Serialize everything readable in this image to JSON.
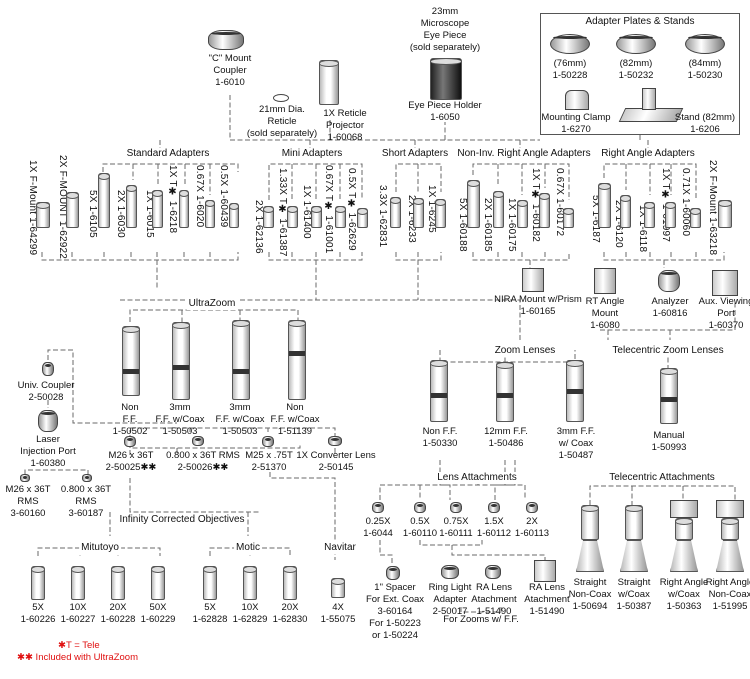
{
  "top": {
    "c_mount": {
      "l1": "\"C\" Mount",
      "l2": "Coupler",
      "pn": "1-6010"
    },
    "reticle": {
      "l1": "21mm Dia.",
      "l2": "Reticle",
      "l3": "(sold separately)"
    },
    "projector": {
      "l1": "1X Reticle",
      "l2": "Projector",
      "pn": "1-60068"
    },
    "eyepiece": {
      "l1": "23mm",
      "l2": "Microscope",
      "l3": "Eye Piece",
      "l4": "(sold separately)"
    },
    "holder": {
      "l1": "Eye Piece Holder",
      "pn": "1-6050"
    }
  },
  "plates": {
    "title": "Adapter Plates & Stands",
    "items": [
      {
        "l1": "(76mm)",
        "pn": "1-50228"
      },
      {
        "l1": "(82mm)",
        "pn": "1-50232"
      },
      {
        "l1": "(84mm)",
        "pn": "1-50230"
      },
      {
        "l1": "Mounting Clamp",
        "pn": "1-6270"
      },
      {
        "l1": "Stand (82mm)",
        "pn": "1-6206"
      }
    ]
  },
  "groups": {
    "standard": {
      "title": "Standard Adapters",
      "items": [
        "1X F-Mount 1-64299",
        "2X F-MOUNT 1-62922",
        "5X 1-6105",
        "2X 1-6030",
        "1X 1-6015",
        "1X T✱ 1-6218",
        "0.67X 1-6020",
        "0.5X 1-60439"
      ]
    },
    "mini": {
      "title": "Mini Adapters",
      "items": [
        "2X 1-62136",
        "1.33X T✱ 1-61387",
        "1X 1-61400",
        "0.67X T✱ 1-61001",
        "0.5X T✱ 1-62629"
      ]
    },
    "short": {
      "title": "Short Adapters",
      "items": [
        "3.3X 1-62831",
        "2X 1-6233",
        "1X 1-6245"
      ]
    },
    "noninv": {
      "title": "Non-Inv. Right Angle Adapters",
      "items": [
        "5X 1-60188",
        "2X 1-60185",
        "1X 1-60175",
        "1X T✱ 1-60182",
        "0.67X 1-60172"
      ]
    },
    "ra": {
      "title": "Right Angle Adapters",
      "items": [
        "5X 1-6187",
        "2X 1-6120",
        "1X 1-6118",
        "1X T✱ 1-61997",
        "0.71X 1-60060",
        "2X F-Mount 1-63218"
      ]
    }
  },
  "mounts": [
    {
      "l1": "NIRA Mount w/Prism",
      "pn": "1-60165"
    },
    {
      "l1": "RT Angle",
      "l2": "Mount",
      "pn": "1-6080"
    },
    {
      "l1": "Analyzer",
      "pn": "1-60816"
    },
    {
      "l1": "Aux. Viewing",
      "l2": "Port",
      "pn": "1-60370"
    }
  ],
  "ultrazoom": {
    "title": "UltraZoom",
    "items": [
      {
        "l1": "Non",
        "l2": "F.F.",
        "pn": "1-50502"
      },
      {
        "l1": "3mm",
        "l2": "F.F. w/Coax",
        "pn": "1-50503"
      },
      {
        "l1": "3mm",
        "l2": "F.F. w/Coax",
        "pn": "1-50503"
      },
      {
        "l1": "Non",
        "l2": "F.F. w/Coax",
        "pn": "1-51139"
      }
    ]
  },
  "left": {
    "univ": {
      "l1": "Univ. Coupler",
      "pn": "2-50028"
    },
    "laser": {
      "l1": "Laser",
      "l2": "Injection Port",
      "pn": "1-60380"
    },
    "rms1": {
      "l1": "M26 x 36T",
      "l2": "RMS",
      "pn": "3-60160"
    },
    "rms2": {
      "l1": "0.800 x 36T",
      "l2": "RMS",
      "pn": "3-60187"
    }
  },
  "threads": [
    {
      "l1": "M26 x 36T",
      "pn": "2-50025✱✱"
    },
    {
      "l1": "0.800 x 36T RMS",
      "pn": "2-50026✱✱"
    },
    {
      "l1": "M25 x .75T",
      "pn": "2-51370"
    },
    {
      "l1": "1X Converter Lens",
      "pn": "2-50145"
    }
  ],
  "objectives": {
    "title": "Infinity Corrected Objectives",
    "mitutoyo": {
      "title": "Mitutoyo",
      "items": [
        {
          "mag": "5X",
          "pn": "1-60226"
        },
        {
          "mag": "10X",
          "pn": "1-60227"
        },
        {
          "mag": "20X",
          "pn": "1-60228"
        },
        {
          "mag": "50X",
          "pn": "1-60229"
        }
      ]
    },
    "motic": {
      "title": "Motic",
      "items": [
        {
          "mag": "5X",
          "pn": "1-62828"
        },
        {
          "mag": "10X",
          "pn": "1-62829"
        },
        {
          "mag": "20X",
          "pn": "1-62830"
        }
      ]
    },
    "navitar": {
      "title": "Navitar",
      "items": [
        {
          "mag": "4X",
          "pn": "1-55075"
        }
      ]
    }
  },
  "zoom_lenses": {
    "title": "Zoom Lenses",
    "items": [
      {
        "l1": "Non F.F.",
        "pn": "1-50330"
      },
      {
        "l1": "12mm F.F.",
        "pn": "1-50486"
      },
      {
        "l1": "3mm F.F.",
        "l2": "w/ Coax",
        "pn": "1-50487"
      }
    ]
  },
  "telecentric_zoom": {
    "title": "Telecentric Zoom Lenses",
    "item": {
      "l1": "Manual",
      "pn": "1-50993"
    }
  },
  "lens_attachments": {
    "title": "Lens Attachments",
    "items": [
      {
        "mag": "0.25X",
        "pn": "1-6044"
      },
      {
        "mag": "0.5X",
        "pn": "1-60110"
      },
      {
        "mag": "0.75X",
        "pn": "1-60111"
      },
      {
        "mag": "1.5X",
        "pn": "1-60112"
      },
      {
        "mag": "2X",
        "pn": "1-60113"
      }
    ],
    "spacer": {
      "l1": "1\" Spacer",
      "l2": "For Ext. Coax",
      "pn": "3-60164",
      "l3": "For 1-50223",
      "l4": "or 1-50224"
    },
    "ring_light": {
      "l1": "Ring Light",
      "l2": "Adapter",
      "pn": "2-50017"
    },
    "ra_lens1": {
      "l1": "RA Lens",
      "l2": "Atachment",
      "pn": "1-51490"
    },
    "ra_lens2": {
      "l1": "RA Lens",
      "l2": "Atachment",
      "pn": "1-51490"
    },
    "note": "For Zooms w/ F.F."
  },
  "telecentric_attachments": {
    "title": "Telecentric Attachments",
    "items": [
      {
        "l1": "Straight",
        "l2": "Non-Coax",
        "pn": "1-50694"
      },
      {
        "l1": "Straight",
        "l2": "w/Coax",
        "pn": "1-50387"
      },
      {
        "l1": "Right Angle",
        "l2": "w/Coax",
        "pn": "1-50363"
      },
      {
        "l1": "Right Angle",
        "l2": "Non-Coax",
        "pn": "1-51995"
      }
    ]
  },
  "footnotes": {
    "tele": "✱T = Tele",
    "ultrazoom": "✱✱ Included with UltraZoom"
  },
  "colors": {
    "footnote": "#e01010",
    "line": "#6a6a6a"
  }
}
